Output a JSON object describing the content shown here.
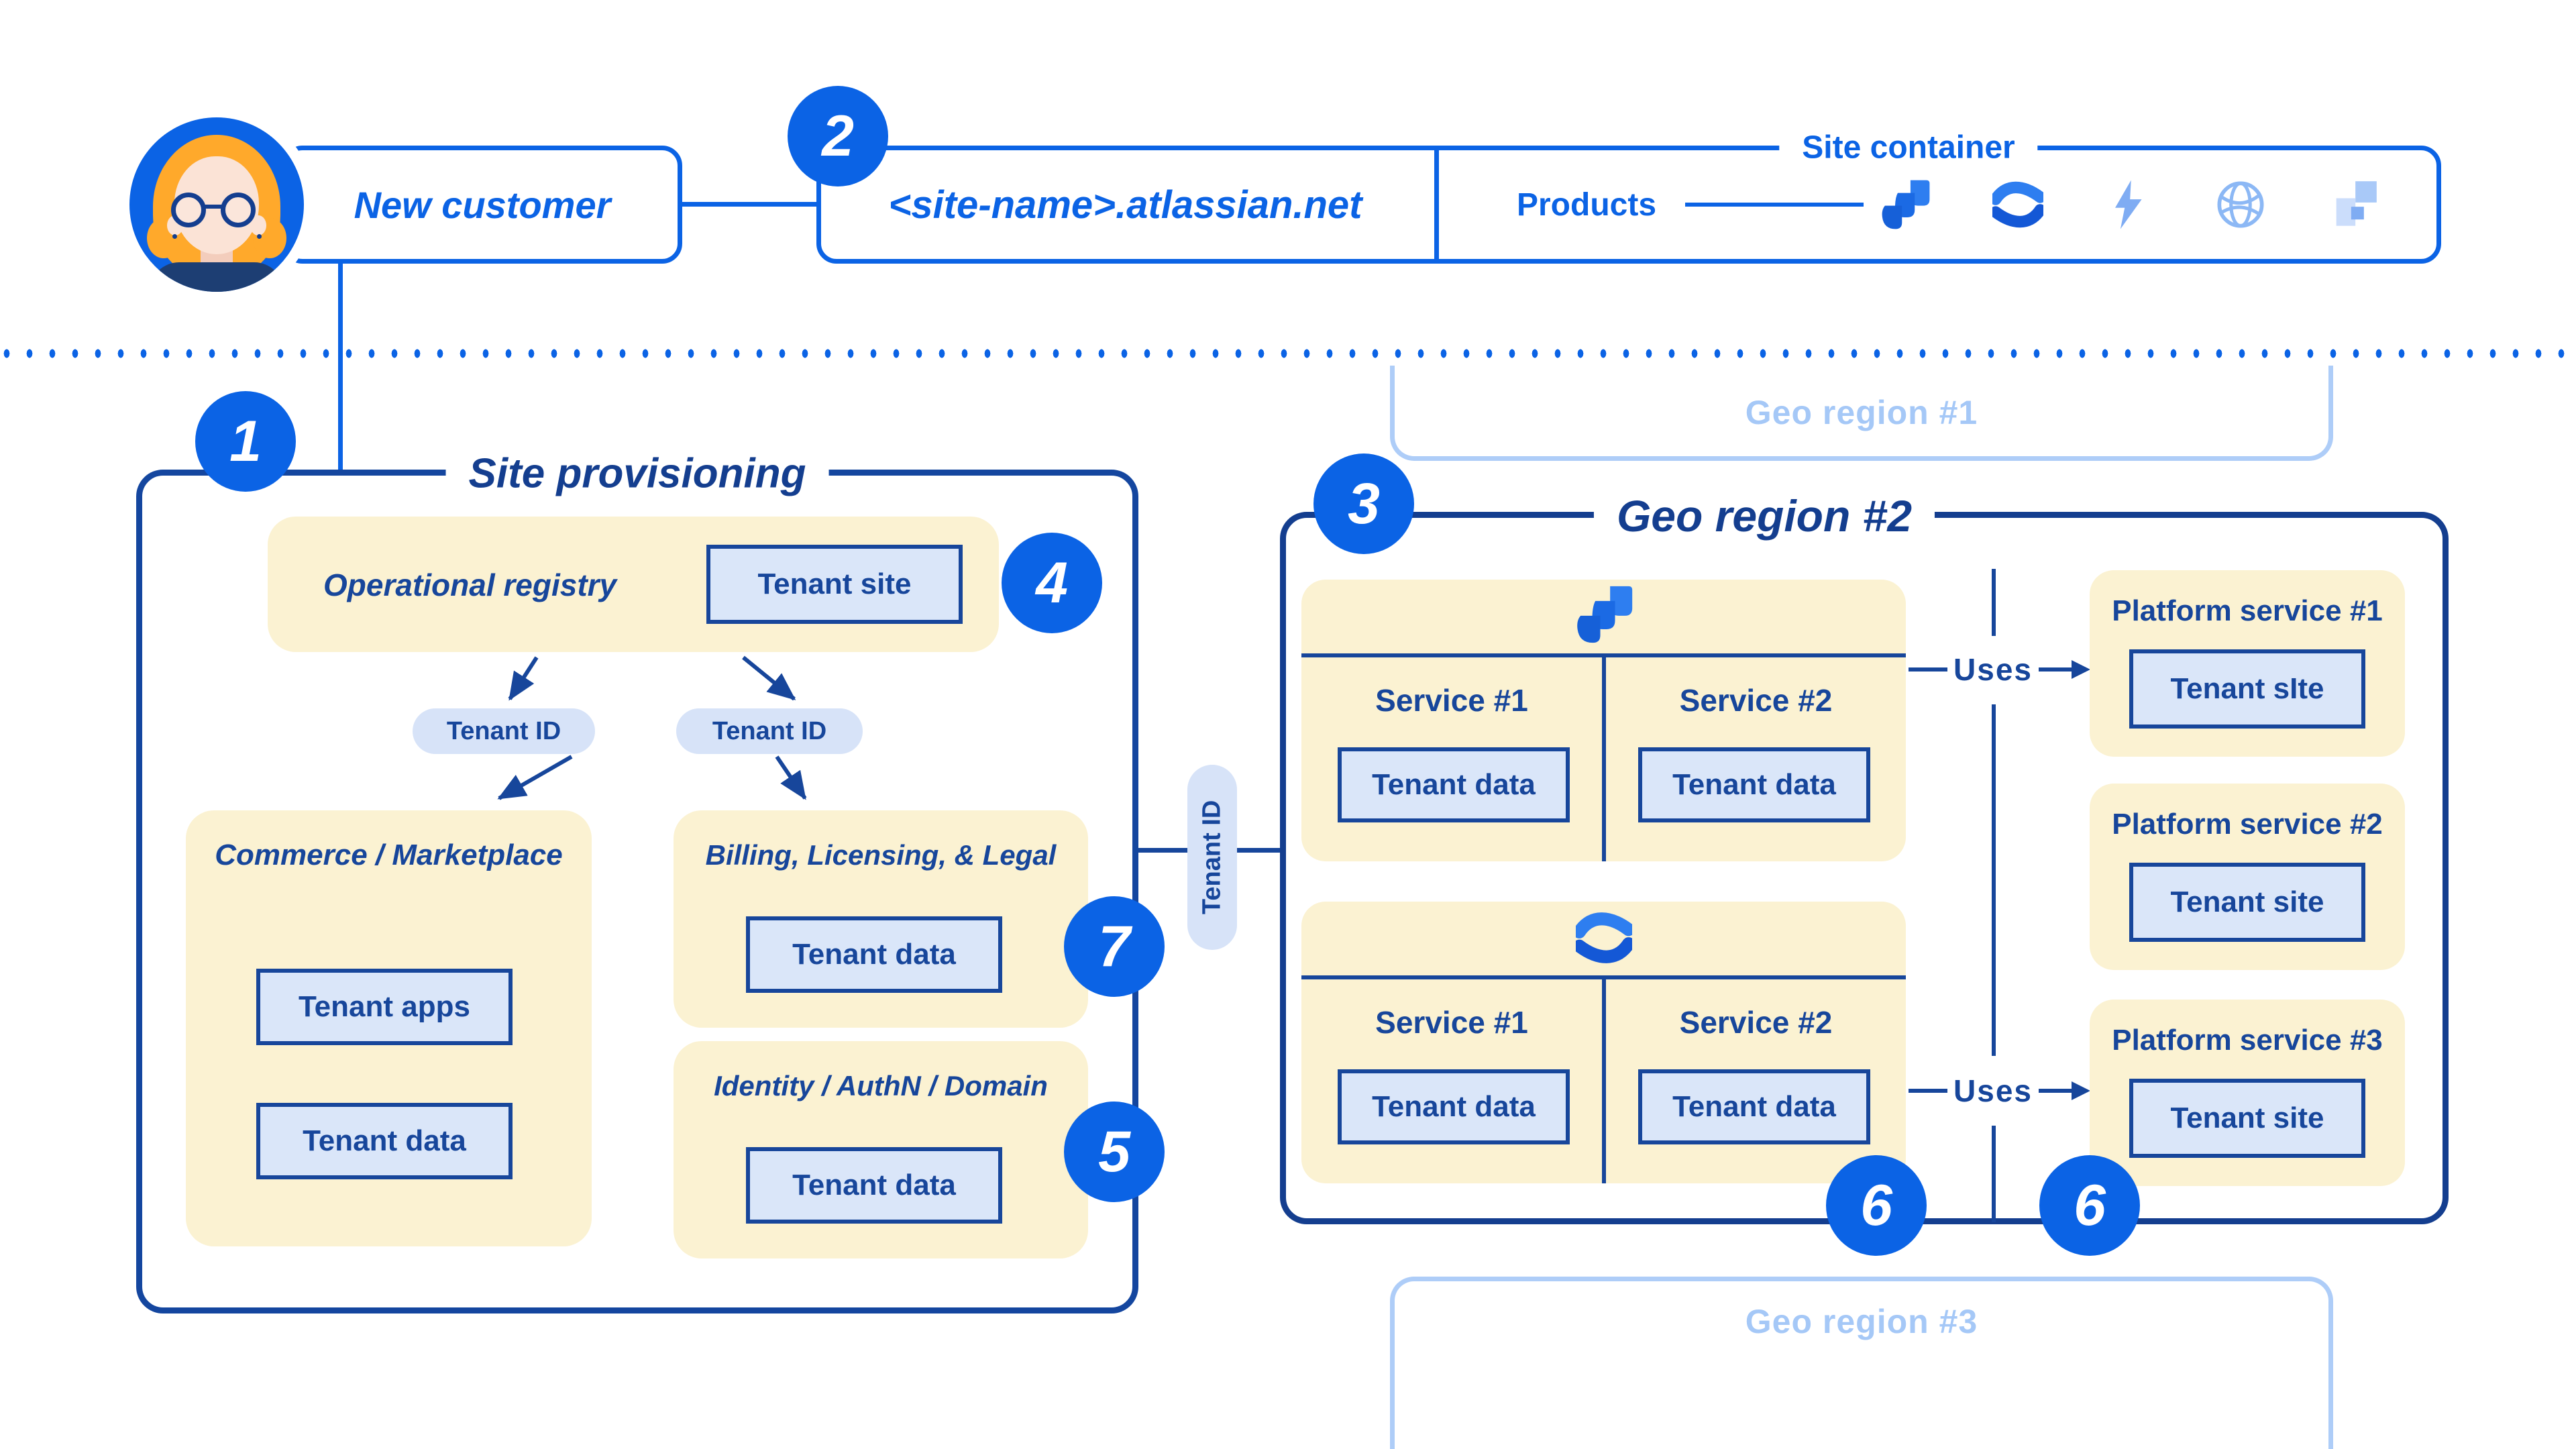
{
  "colors": {
    "accent": "#0B63E5",
    "navy": "#17469B",
    "deep": "#143E8F",
    "provisioning_border": "#14469F",
    "yellow_fill": "#FBF2D2",
    "light_blue_fill": "#DAE6F9",
    "pill_fill": "#D7E3F8",
    "faded_border": "#AECDF8",
    "faded_text": "#A5C8F7",
    "hair": "#FFA92B",
    "skin": "#FBE3D6",
    "sweater": "#1D3E73"
  },
  "header": {
    "new_customer": "New customer",
    "badge_2": "2",
    "site_name": "<site-name>.atlassian.net",
    "site_container_label": "Site container",
    "products_label": "Products",
    "product_icons": [
      "jira",
      "confluence",
      "bolt",
      "globe",
      "squares"
    ]
  },
  "site_provisioning": {
    "badge": "1",
    "title": "Site provisioning",
    "operational_registry": {
      "title": "Operational registry",
      "tenant_site": "Tenant site",
      "badge": "4"
    },
    "tenant_id_pills": [
      {
        "label": "Tenant ID"
      },
      {
        "label": "Tenant ID"
      }
    ],
    "commerce": {
      "title": "Commerce / Marketplace",
      "tenant_apps": "Tenant apps",
      "tenant_data": "Tenant data"
    },
    "billing": {
      "title": "Billing, Licensing, & Legal",
      "tenant_data": "Tenant data",
      "badge": "7"
    },
    "identity": {
      "title": "Identity / AuthN / Domain",
      "tenant_data": "Tenant data",
      "badge": "5"
    }
  },
  "connector": {
    "tenant_id_pill": "Tenant ID"
  },
  "geo_region_1": {
    "label": "Geo region #1"
  },
  "geo_region_2": {
    "badge": "3",
    "title": "Geo region #2",
    "jira_group": {
      "icon": "jira",
      "services": [
        {
          "name": "Service #1",
          "tenant_data": "Tenant data"
        },
        {
          "name": "Service #2",
          "tenant_data": "Tenant data"
        }
      ]
    },
    "confluence_group": {
      "icon": "confluence",
      "services": [
        {
          "name": "Service #1",
          "tenant_data": "Tenant data"
        },
        {
          "name": "Service #2",
          "tenant_data": "Tenant data"
        }
      ]
    },
    "uses_labels": [
      {
        "label": "Uses"
      },
      {
        "label": "Uses"
      }
    ],
    "platform_services": [
      {
        "title": "Platform service #1",
        "box": "Tenant sIte"
      },
      {
        "title": "Platform service #2",
        "box": "Tenant site"
      },
      {
        "title": "Platform service #3",
        "box": "Tenant site"
      }
    ],
    "badges_6": [
      {
        "label": "6"
      },
      {
        "label": "6"
      }
    ]
  },
  "geo_region_3": {
    "label": "Geo region #3"
  }
}
